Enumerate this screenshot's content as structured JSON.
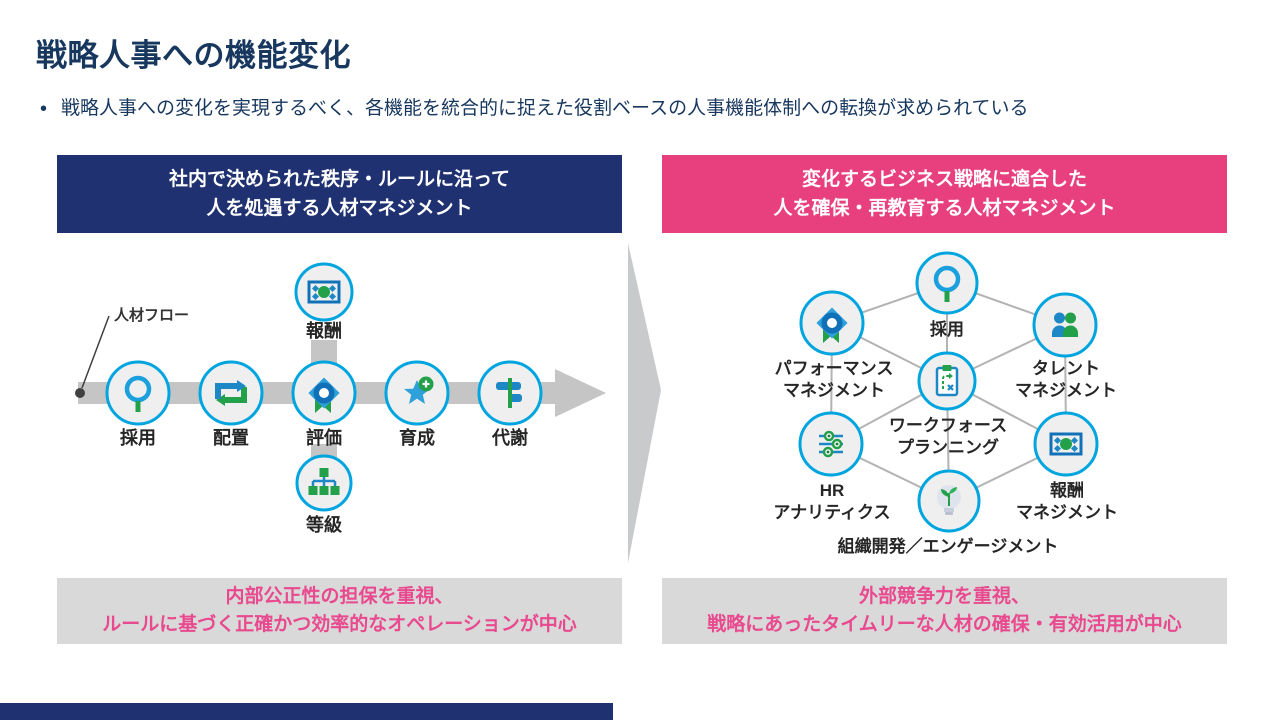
{
  "slide": {
    "title": "戦略人事への機能変化",
    "bullet_marker": "•",
    "bullet_text": "戦略人事への変化を実現するべく、各機能を統合的に捉えた役割ベースの人事機能体制への転換が求められている"
  },
  "left_panel": {
    "header": {
      "line1": "社内で決められた秩序・ルールに沿って",
      "line2": "人を処遇する人材マネジメント"
    },
    "flow_annotation": "人材フロー",
    "steps": [
      "採用",
      "配置",
      "評価",
      "育成",
      "代謝"
    ],
    "satellite_top": "報酬",
    "satellite_bottom": "等級",
    "summary": {
      "line1": "内部公正性の担保を重視、",
      "line2": "ルールに基づく正確かつ効率的なオペレーションが中心"
    }
  },
  "right_panel": {
    "header": {
      "line1": "変化するビジネス戦略に適合した",
      "line2": "人を確保・再教育する人材マネジメント"
    },
    "nodes": {
      "recruiting": "採用",
      "performance_line1": "パフォーマンス",
      "performance_line2": "マネジメント",
      "talent_line1": "タレント",
      "talent_line2": "マネジメント",
      "workforce_line1": "ワークフォース",
      "workforce_line2": "プランニング",
      "hr_analytics_line1": "HR",
      "hr_analytics_line2": "アナリティクス",
      "compensation_line1": "報酬",
      "compensation_line2": "マネジメント",
      "org_dev": "組織開発／エンゲージメント"
    },
    "summary": {
      "line1": "外部競争力を重視、",
      "line2": "戦略にあったタイムリーな人材の確保・有効活用が中心"
    }
  },
  "icons": {
    "recruiting": "search-icon",
    "placement": "shuffle-arrows-icon",
    "evaluation": "award-ribbon-icon",
    "development": "star-plus-icon",
    "turnover": "signpost-icon",
    "compensation": "banknote-icon",
    "grade": "org-chart-icon",
    "talent": "people-icon",
    "workforce": "clipboard-plan-icon",
    "hr_analytics": "sliders-icon",
    "org_dev": "lightbulb-plant-icon"
  },
  "colors": {
    "title_navy": "#17375e",
    "header_navy": "#1f3170",
    "header_pink": "#e8407e",
    "summary_text_pink": "#e9498e",
    "summary_bg_gray": "#d9d9d9",
    "flow_band_gray": "#c5c5c5",
    "node_border_cyan": "#00a5df",
    "icon_blue": "#1e88c7",
    "icon_dark_blue": "#1070b8",
    "icon_green": "#23a04a"
  }
}
